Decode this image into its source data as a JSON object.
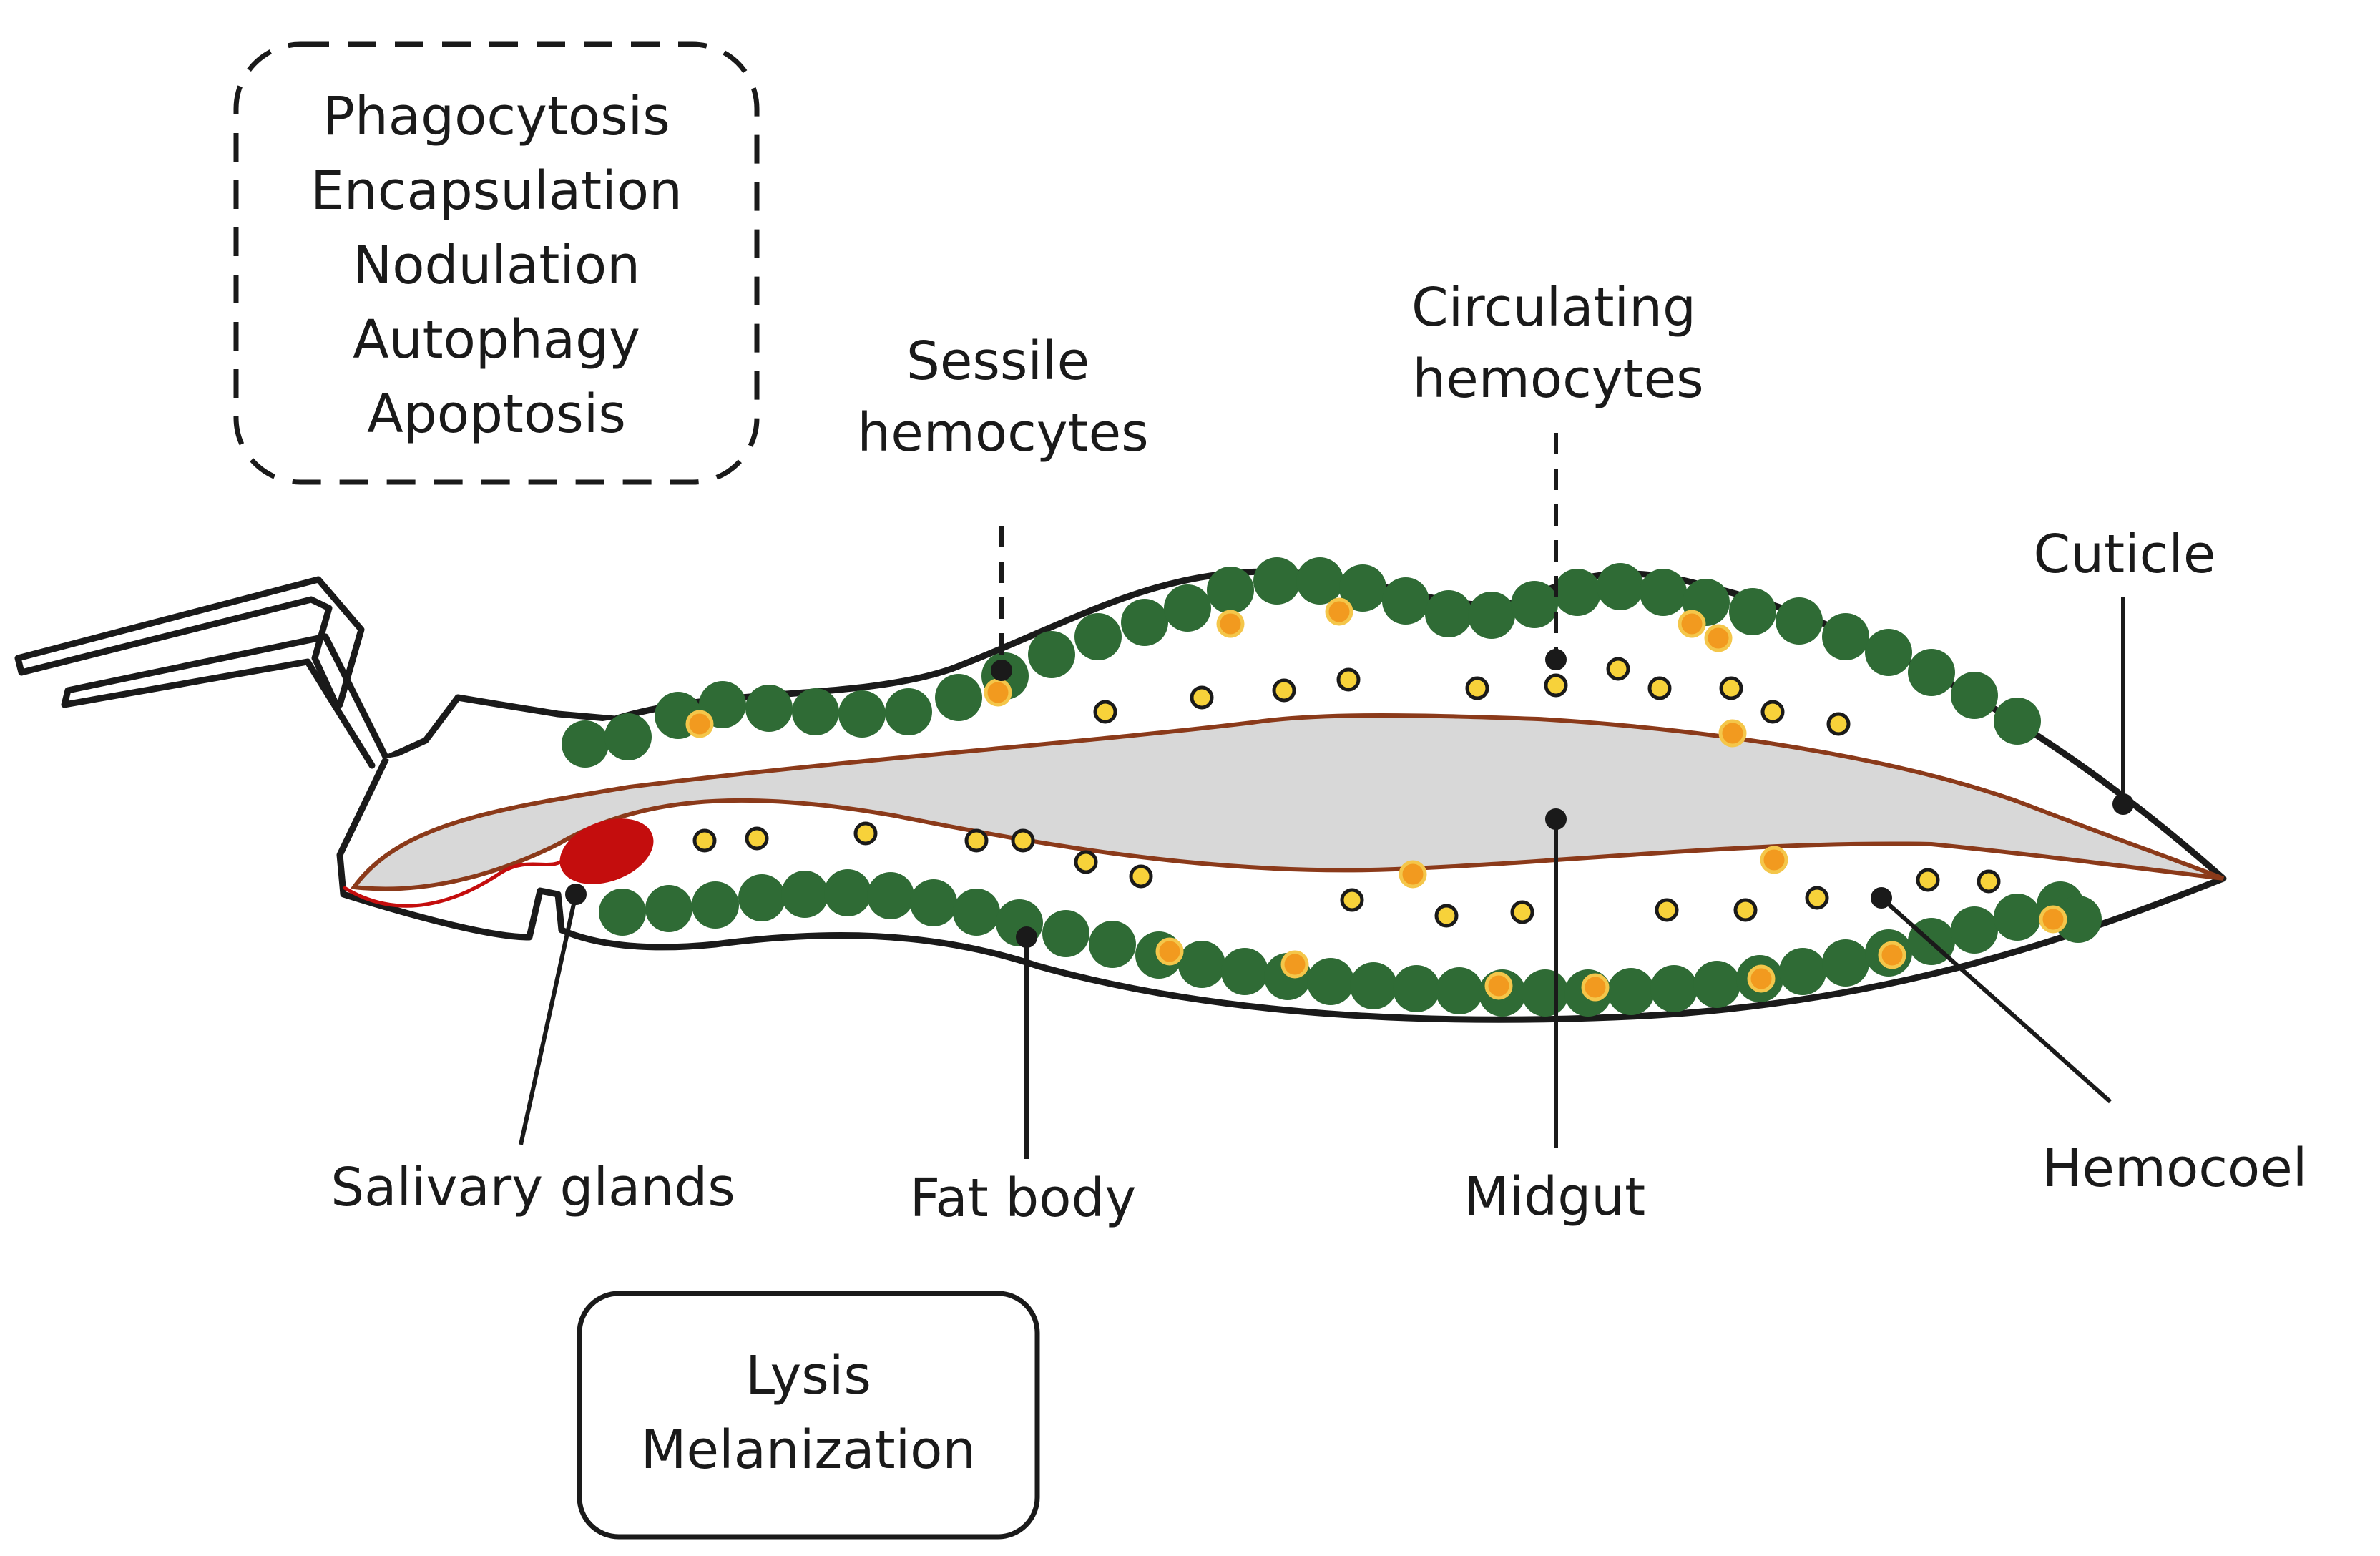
{
  "immune_processes_box": {
    "lines": [
      "Phagocytosis",
      "Encapsulation",
      "Nodulation",
      "Autophagy",
      "Apoptosis"
    ]
  },
  "humoral_box": {
    "lines": [
      "Lysis",
      "Melanization"
    ]
  },
  "labels": {
    "sessile": [
      "Sessile",
      "hemocytes"
    ],
    "circulating": [
      "Circulating",
      "hemocytes"
    ],
    "cuticle": "Cuticle",
    "salivary": "Salivary glands",
    "fat_body": "Fat body",
    "midgut": "Midgut",
    "hemocoel": "Hemocoel"
  },
  "colors": {
    "outline": "#1a1a1a",
    "fat_body_cell": "#2f6b35",
    "hemocyte_fill": "#f7d23a",
    "infected_cell": "#f29a1f",
    "midgut_fill": "#d8d8d8",
    "midgut_outline": "#8b3a1a",
    "salivary_gland": "#c40d0d"
  }
}
